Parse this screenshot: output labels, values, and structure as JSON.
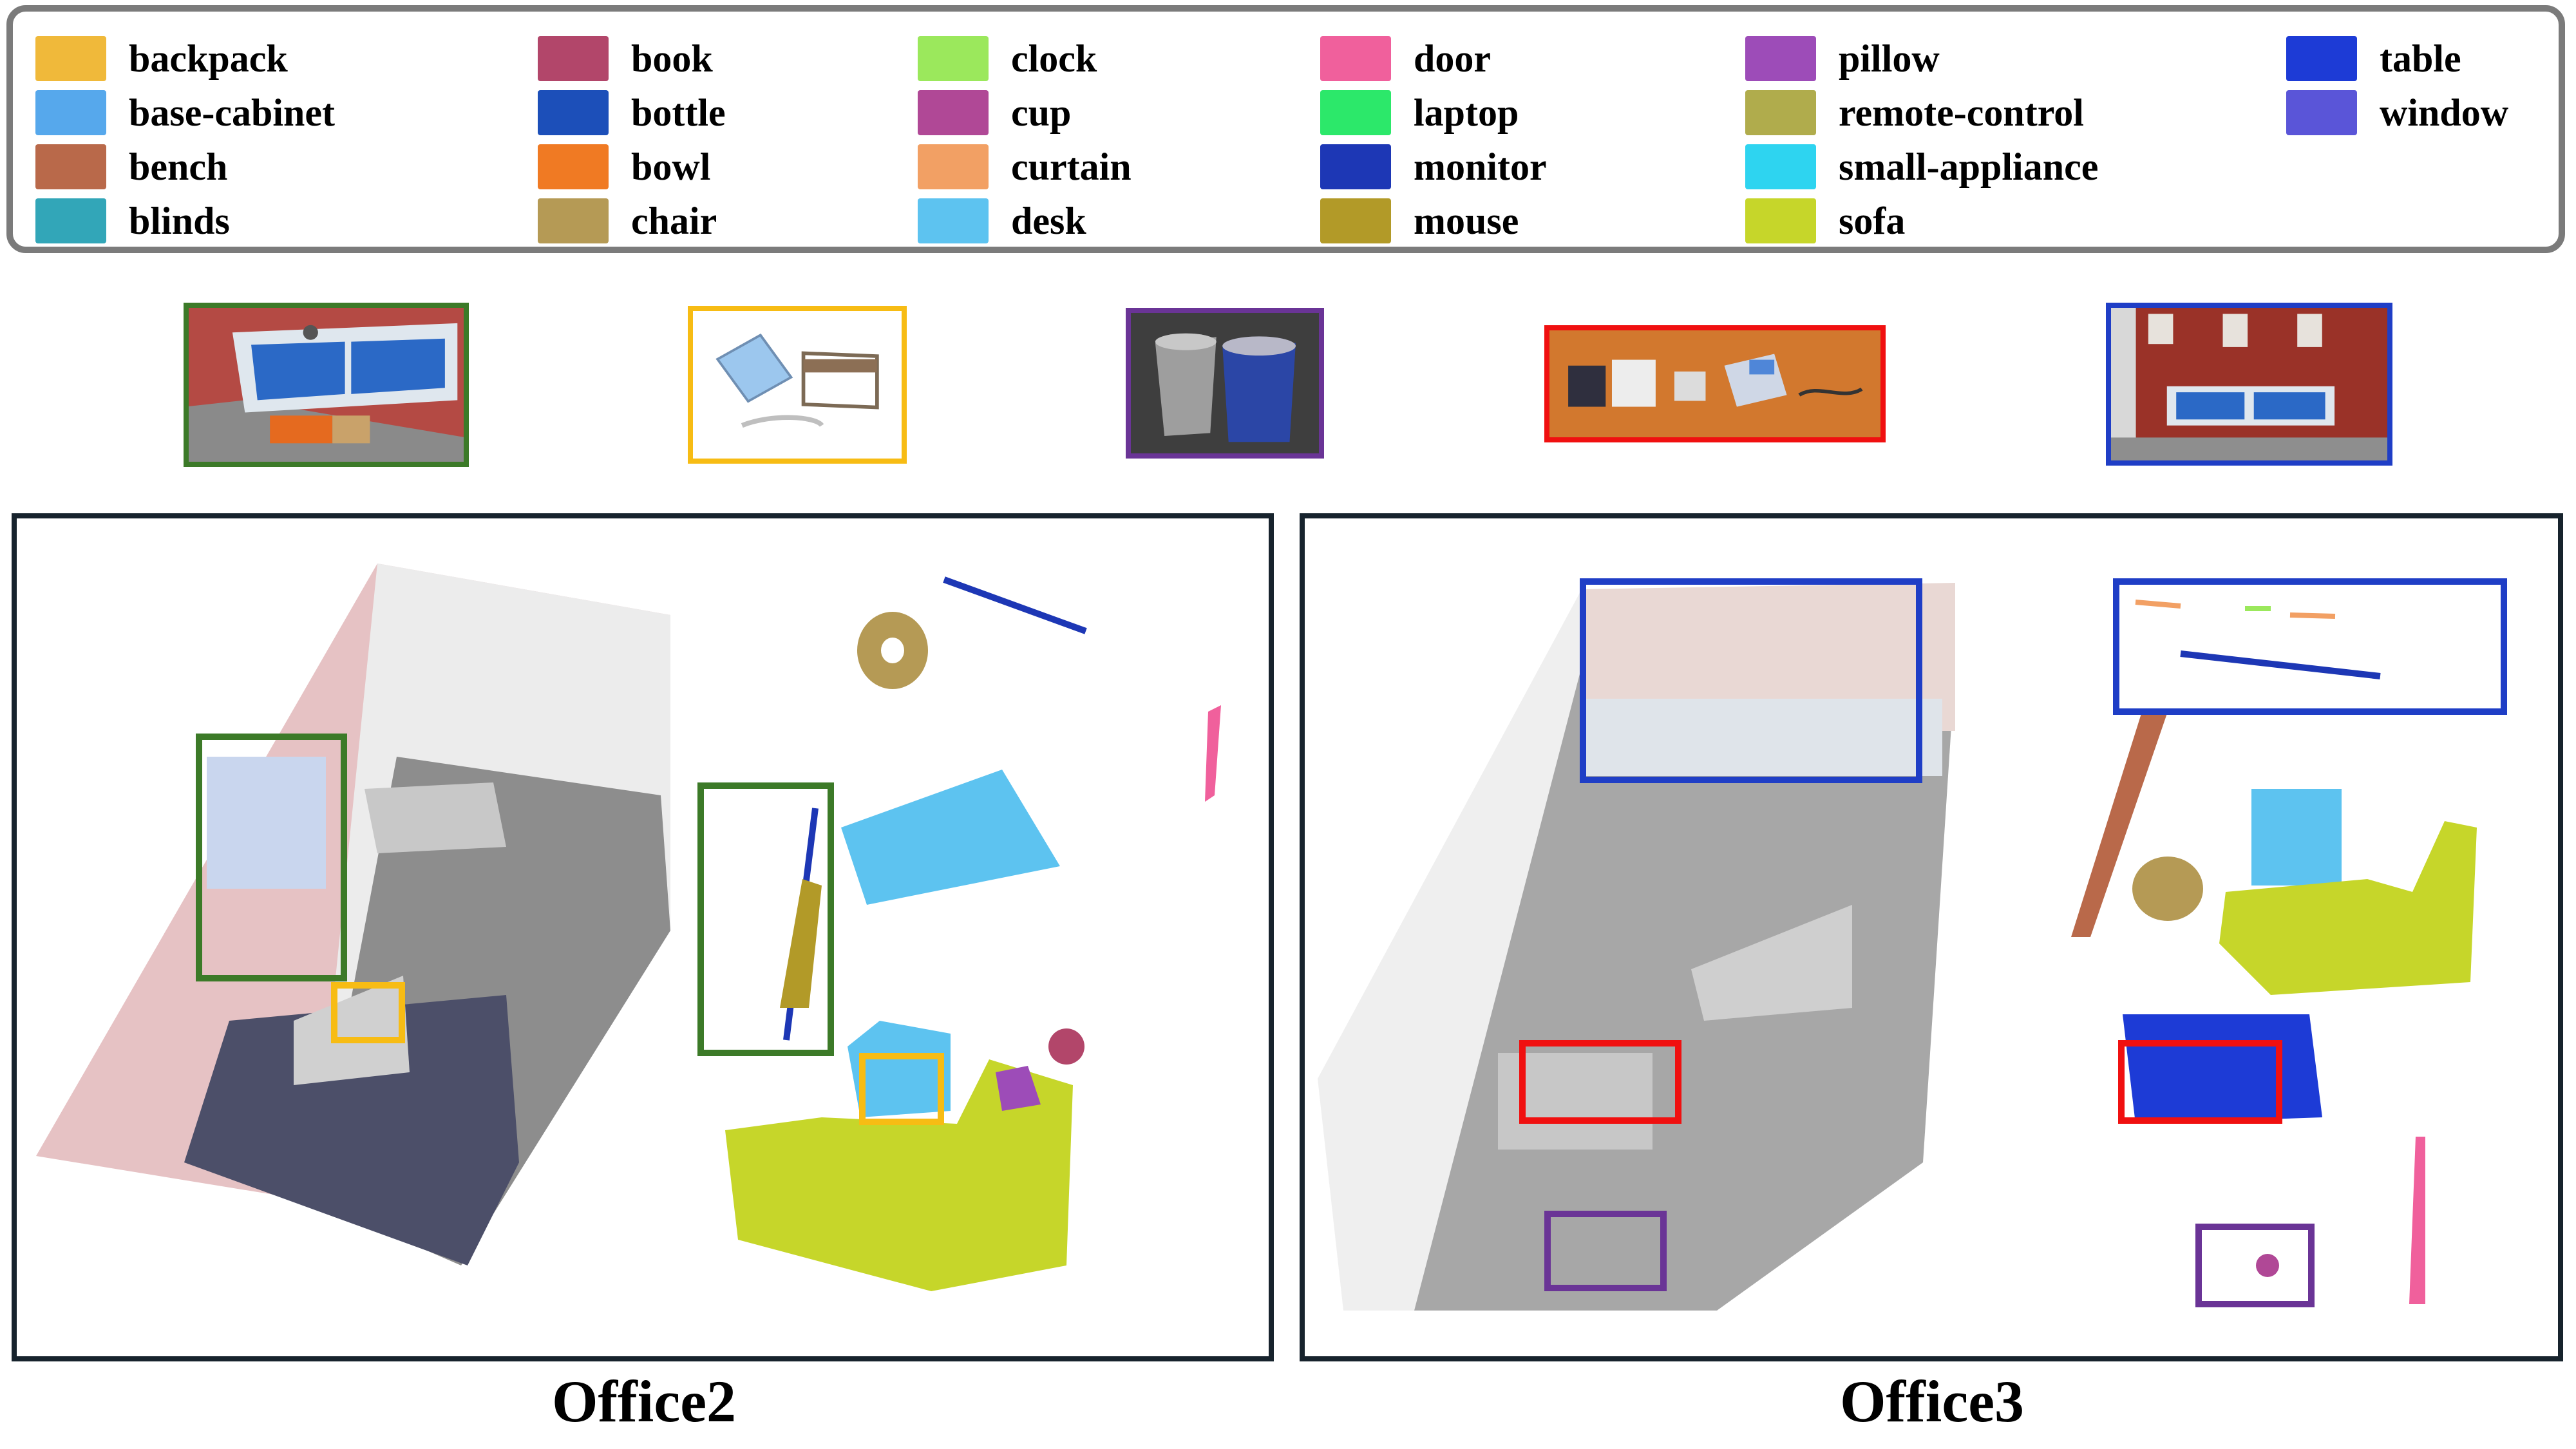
{
  "legend": [
    {
      "label": "backpack",
      "color": "#f0b93a"
    },
    {
      "label": "base-cabinet",
      "color": "#56a8ec"
    },
    {
      "label": "bench",
      "color": "#b9694a"
    },
    {
      "label": "blinds",
      "color": "#32a6b8"
    },
    {
      "label": "book",
      "color": "#b2466a"
    },
    {
      "label": "bottle",
      "color": "#1c4fb9"
    },
    {
      "label": "bowl",
      "color": "#f07a23"
    },
    {
      "label": "chair",
      "color": "#b59a55"
    },
    {
      "label": "clock",
      "color": "#9be85c"
    },
    {
      "label": "cup",
      "color": "#b04896"
    },
    {
      "label": "curtain",
      "color": "#f2a064"
    },
    {
      "label": "desk",
      "color": "#5dc3f0"
    },
    {
      "label": "door",
      "color": "#f0609c"
    },
    {
      "label": "laptop",
      "color": "#2ce86a"
    },
    {
      "label": "monitor",
      "color": "#1d37b5"
    },
    {
      "label": "mouse",
      "color": "#b29a28"
    },
    {
      "label": "pillow",
      "color": "#9d4cb8"
    },
    {
      "label": "remote-control",
      "color": "#b0ac4c"
    },
    {
      "label": "small-appliance",
      "color": "#2ed4f0"
    },
    {
      "label": "sofa",
      "color": "#c6d62a"
    },
    {
      "label": "table",
      "color": "#1d3bd6"
    },
    {
      "label": "window",
      "color": "#5a55d8"
    }
  ],
  "highlight_colors": {
    "green": "#3c7a28",
    "yellow": "#f7bc14",
    "purple": "#6a3496",
    "red": "#f01010",
    "blue": "#1f3ec6"
  },
  "captions": {
    "left": "Office2",
    "right": "Office3"
  }
}
